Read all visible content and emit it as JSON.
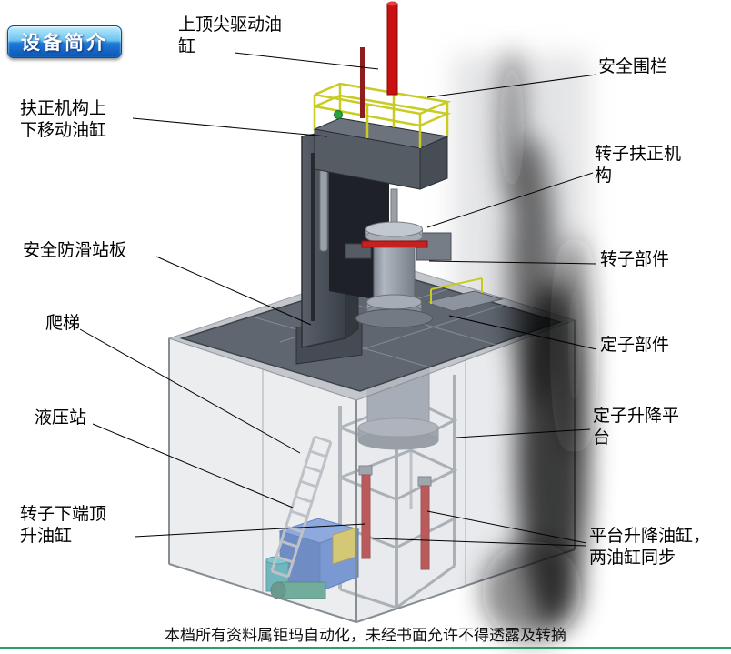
{
  "badge": {
    "label": "设备简介"
  },
  "labels": [
    {
      "name": "top-tip-drive-cylinder",
      "text": "上顶尖驱动油\n缸"
    },
    {
      "name": "safety-fence",
      "text": "安全围栏"
    },
    {
      "name": "centering-lift-cylinder",
      "text": "扶正机构上\n下移动油缸"
    },
    {
      "name": "rotor-centering-mechanism",
      "text": "转子扶正机\n构"
    },
    {
      "name": "anti-slip-standing-plate",
      "text": "安全防滑站板"
    },
    {
      "name": "rotor-component",
      "text": "转子部件"
    },
    {
      "name": "ladder",
      "text": "爬梯"
    },
    {
      "name": "stator-component",
      "text": "定子部件"
    },
    {
      "name": "hydraulic-station",
      "text": "液压站"
    },
    {
      "name": "stator-lifting-platform",
      "text": "定子升降平\n台"
    },
    {
      "name": "rotor-bottom-jacking-cylinder",
      "text": "转子下端顶\n升油缸"
    },
    {
      "name": "platform-lifting-cylinders",
      "text": "平台升降油缸，\n两油缸同步"
    }
  ],
  "footer": {
    "text": "本档所有资料属钜玛自动化，未经书面允许不得透露及转摘"
  },
  "colors": {
    "badge_top": "#bdebfc",
    "badge_bottom": "#0c55b4",
    "cylinder_red": "#c91111",
    "railing_yellow": "#c8cc20",
    "hydraulic_blue": "#3b6ccc",
    "pump_teal": "#27a0a8",
    "motor_green": "#2b8f70",
    "steel_dark": "#3a4048",
    "steel_mid": "#8f96a0",
    "deck_gray": "#5f666f",
    "enclosure_gray": "#c6cad0",
    "bottom_accent_green": "#2e9e68"
  }
}
